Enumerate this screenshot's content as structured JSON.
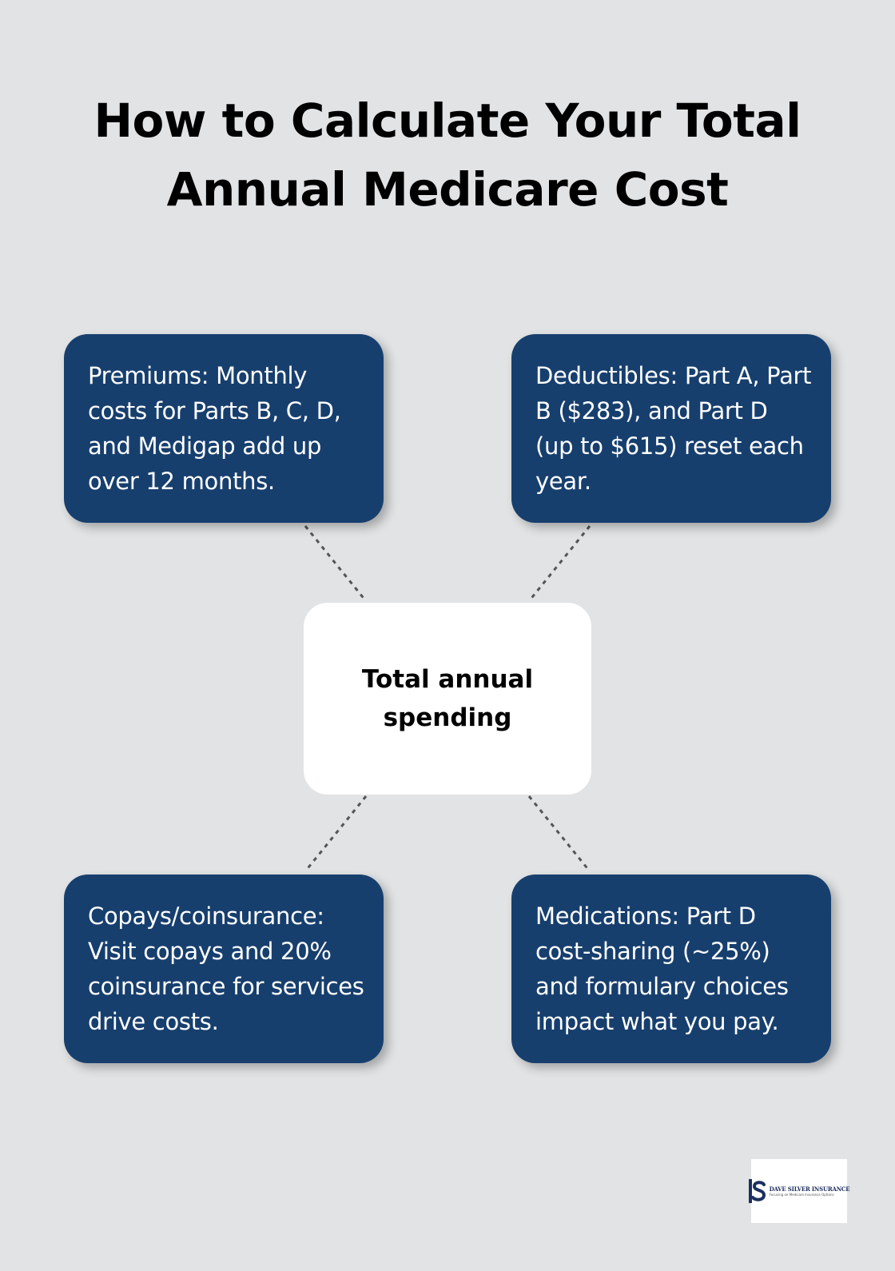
{
  "title": {
    "line1": "How to Calculate Your Total",
    "line2": "Annual Medicare Cost"
  },
  "center": {
    "label": "Total annual spending"
  },
  "cards": {
    "top_left": "Premiums: Monthly costs for Parts B, C, D, and Medigap add up over 12 months.",
    "top_right": "Deductibles: Part A, Part B ($283), and Part D (up to $615) reset each year.",
    "bottom_left": "Copays/coinsurance: Visit copays and 20% coinsurance for services drive costs.",
    "bottom_right": "Medications: Part D cost-sharing (~25%) and formulary choices impact what you pay."
  },
  "logo": {
    "name": "DAVE SILVER INSURANCE",
    "tagline": "Focusing on Medicare Insurance Options"
  },
  "colors": {
    "background": "#e1e3e4",
    "card": "#173f6e",
    "card_text": "#ffffff",
    "center_box": "#ffffff",
    "connector": "#555555"
  }
}
